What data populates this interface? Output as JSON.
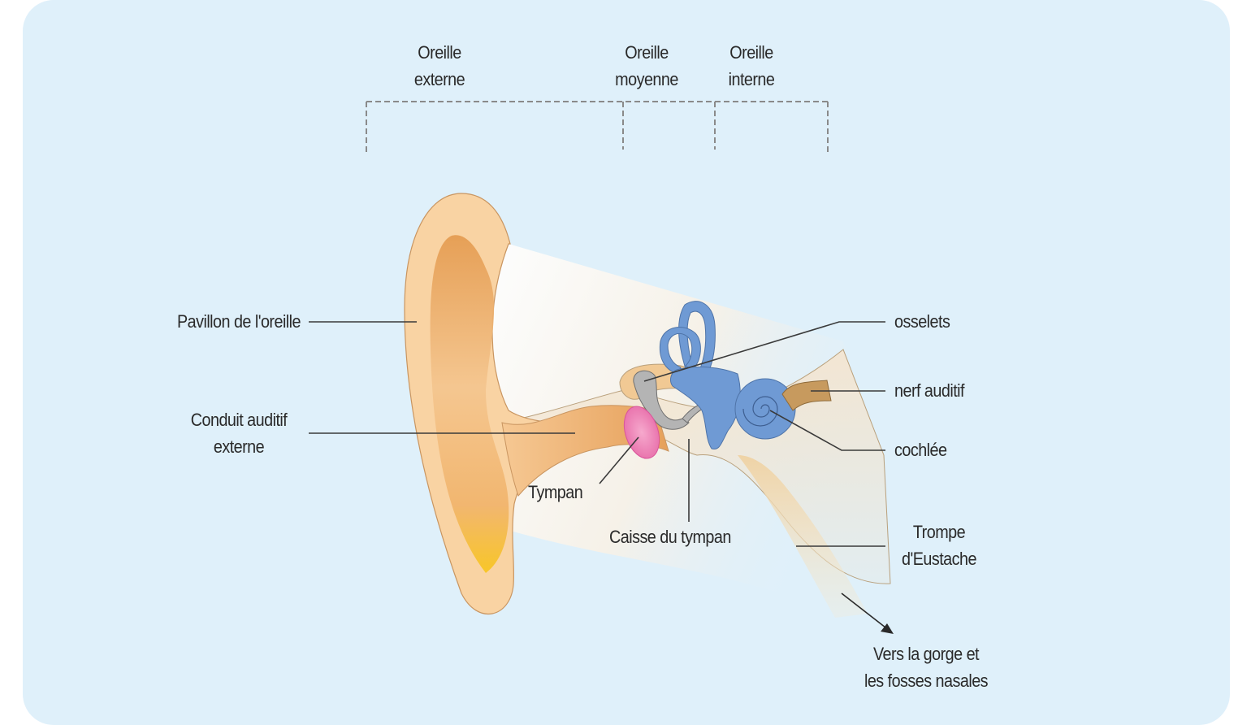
{
  "diagram": {
    "title": "Anatomie de l'oreille",
    "sections": [
      {
        "line1": "Oreille",
        "line2": "externe"
      },
      {
        "line1": "Oreille",
        "line2": "moyenne"
      },
      {
        "line1": "Oreille",
        "line2": "interne"
      }
    ],
    "labels": {
      "pavillon": "Pavillon de l'oreille",
      "conduit_line1": "Conduit auditif",
      "conduit_line2": "externe",
      "tympan": "Tympan",
      "caisse": "Caisse du tympan",
      "osselets": "osselets",
      "nerf": "nerf auditif",
      "cochlee": "cochlée",
      "trompe_line1": "Trompe",
      "trompe_line2": "d'Eustache",
      "gorge_line1": "Vers la gorge et",
      "gorge_line2": "les fosses nasales"
    },
    "colors": {
      "background": "#dff0fa",
      "skin": "#f7cf9c",
      "skin_dark": "#e8a257",
      "inner_ear": "#6f9ad4",
      "tympan": "#e97ab0",
      "nerve": "#c79a5e",
      "ossicles": "#a9a9a9",
      "leader_line": "#3a3a3a"
    }
  }
}
